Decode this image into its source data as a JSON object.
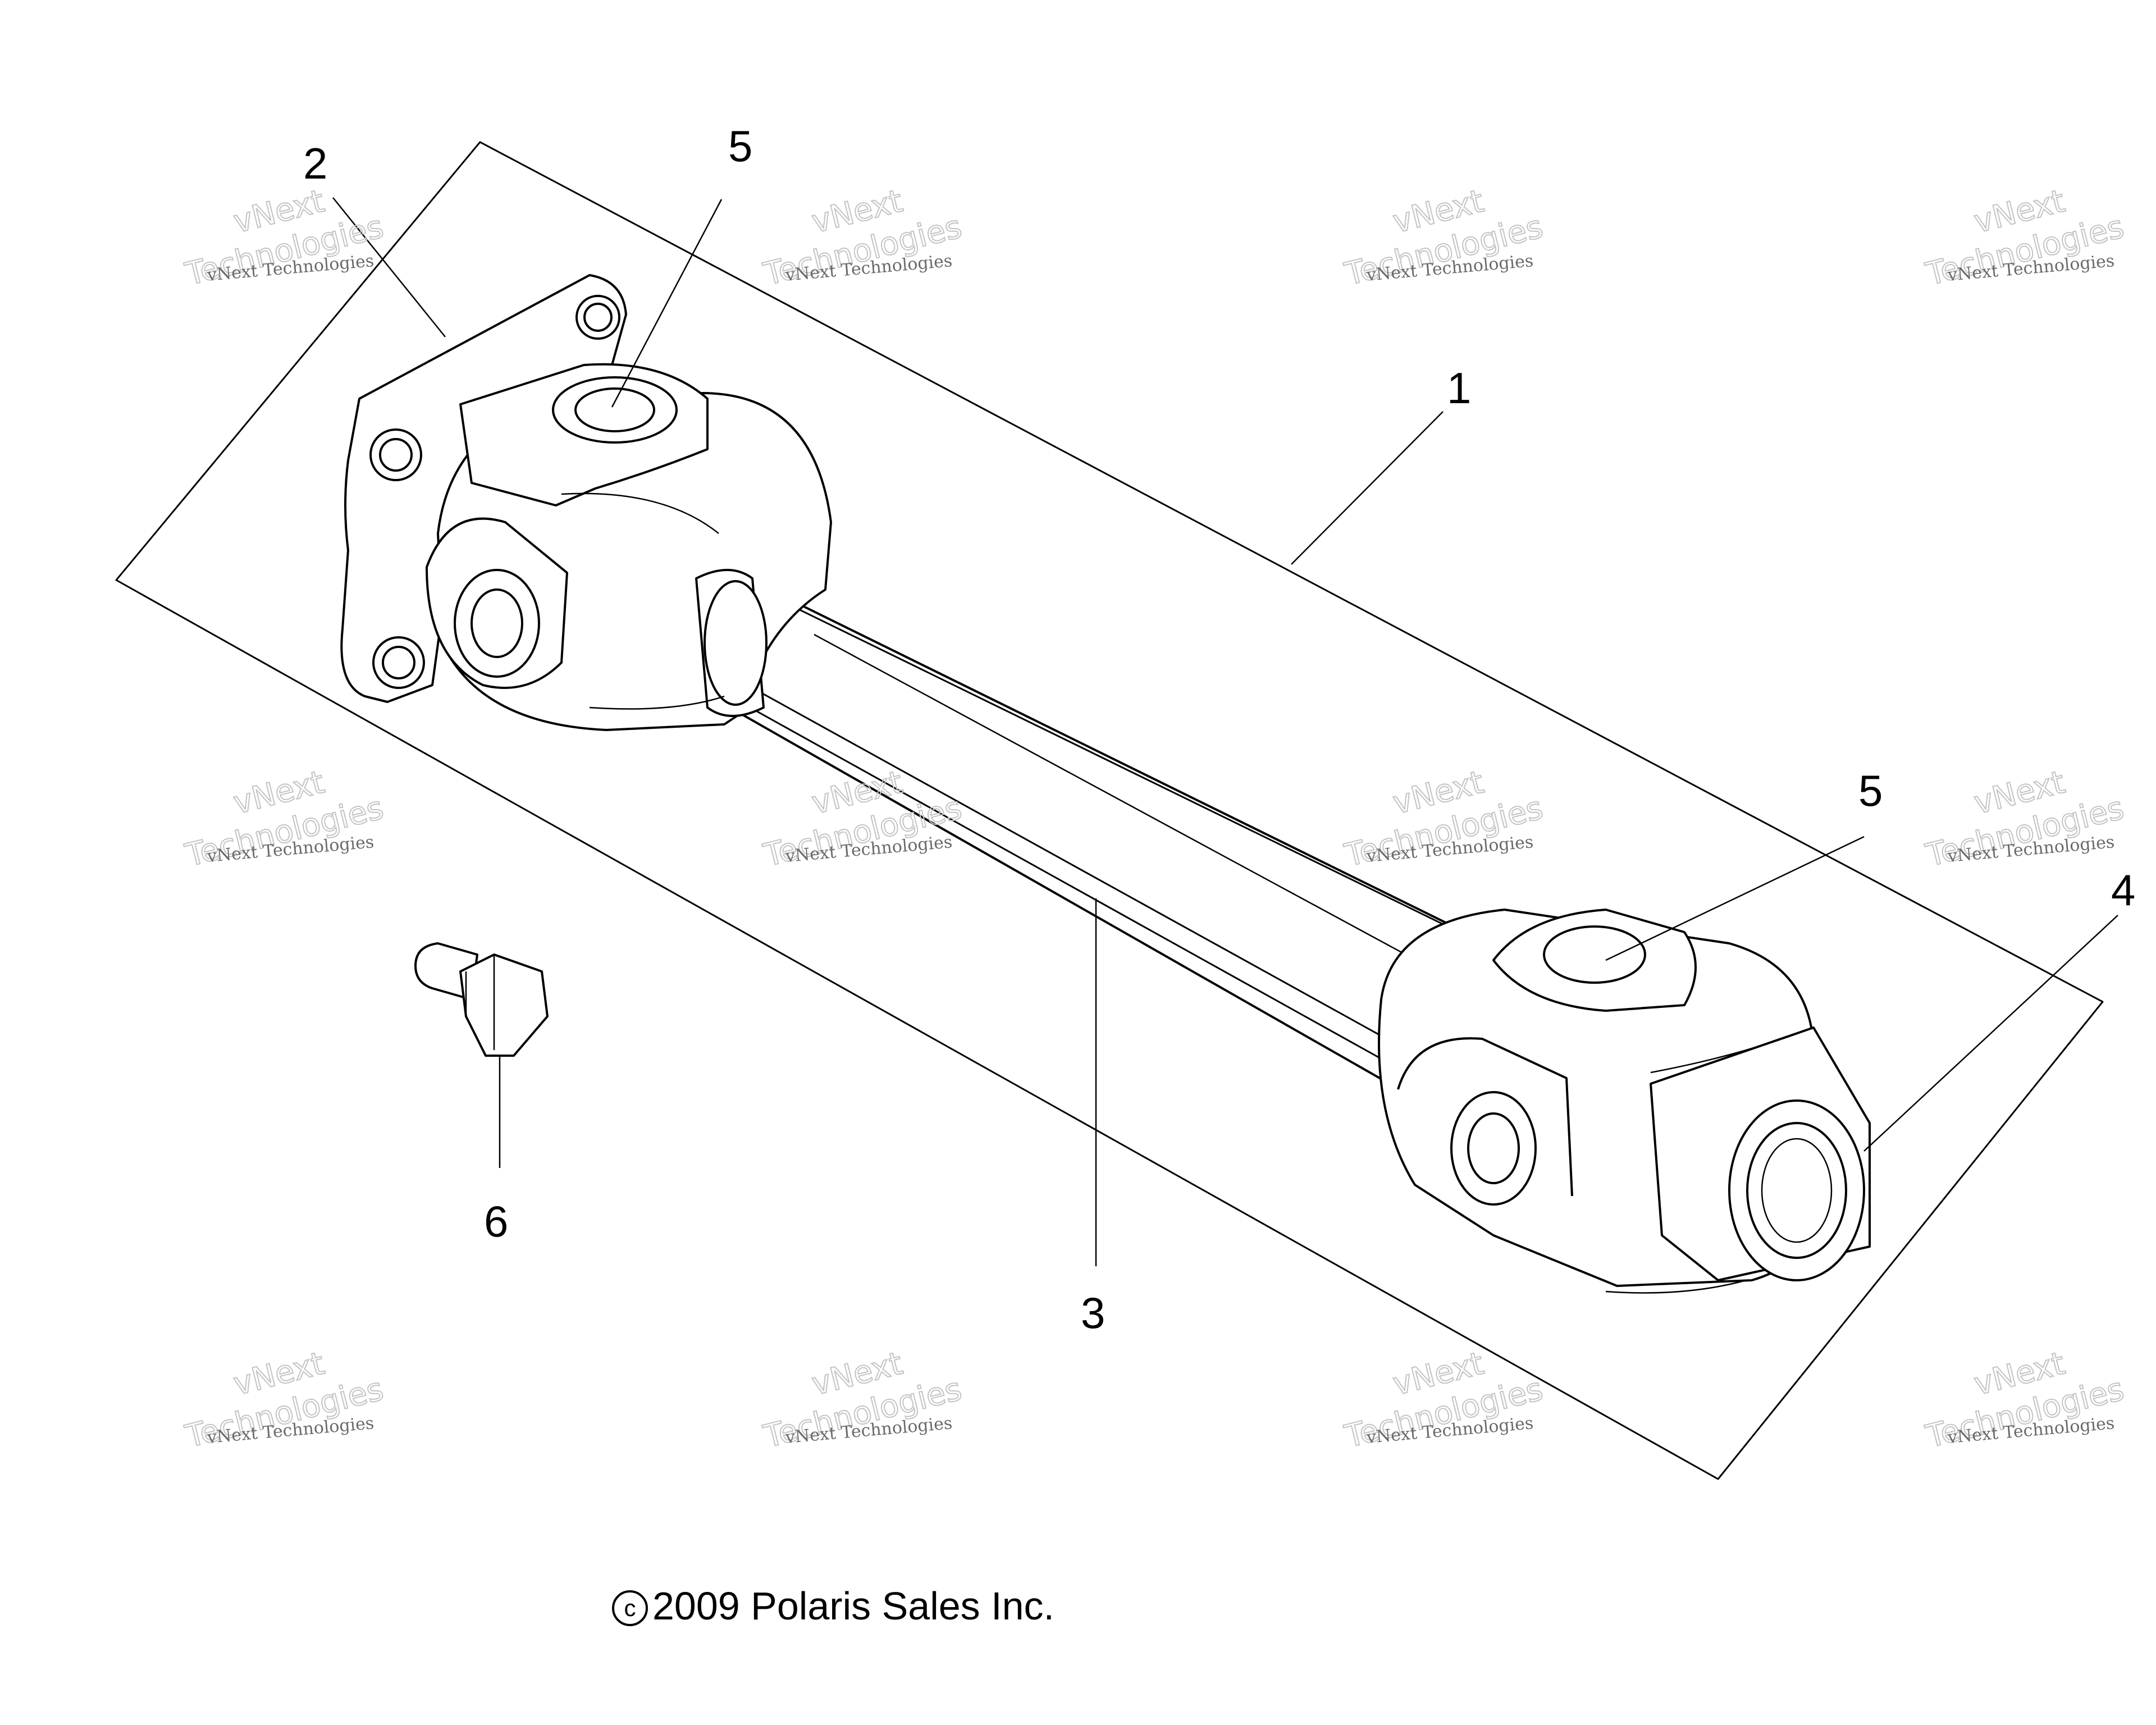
{
  "callouts": {
    "c1": "1",
    "c2": "2",
    "c3": "3",
    "c4": "4",
    "c5a": "5",
    "c5b": "5",
    "c6": "6"
  },
  "watermark": {
    "line1": "vNext Technologies",
    "line2": "vNext",
    "line3": "Technologies"
  },
  "copyright": {
    "symbol": "c",
    "text": "2009 Polaris Sales Inc."
  }
}
